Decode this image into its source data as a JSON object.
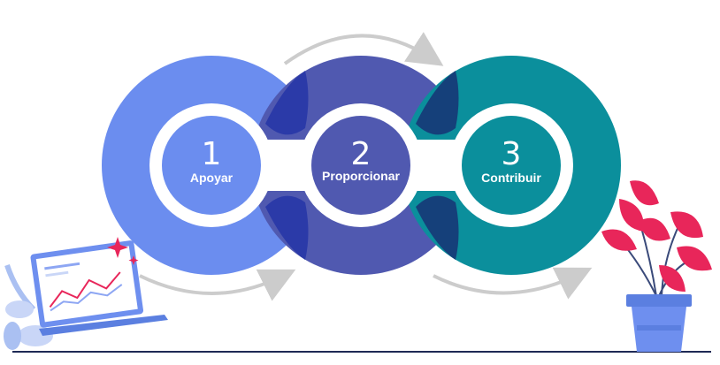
{
  "steps": [
    {
      "number": "1",
      "label": "Apoyar",
      "color": "#6b8def"
    },
    {
      "number": "2",
      "label": "Proporcionar",
      "color": "#5059b0"
    },
    {
      "number": "3",
      "label": "Contribuir",
      "color": "#0b8f9c"
    }
  ],
  "overlap_colors": {
    "left": "#2b3aa8",
    "right": "#15407a"
  },
  "colors": {
    "arrow": "#cccccc",
    "ground_line": "#1f2a55",
    "plant_leaf": "#e8265a",
    "pot": "#5b7fe0",
    "laptop": "#6e8fef",
    "sparkle": "#e8265a"
  }
}
